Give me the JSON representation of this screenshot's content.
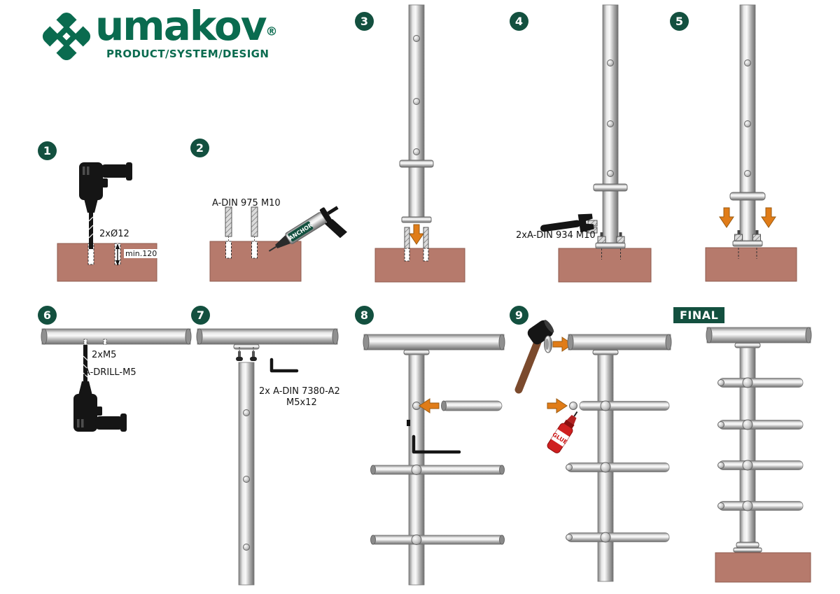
{
  "brand": {
    "logo_text": "umakov",
    "registered": "®",
    "tagline": "PRODUCT/SYSTEM/DESIGN"
  },
  "badges": {
    "b1": "1",
    "b2": "2",
    "b3": "3",
    "b4": "4",
    "b5": "5",
    "b6": "6",
    "b7": "7",
    "b8": "8",
    "b9": "9",
    "final": "FINAL"
  },
  "labels": {
    "step1_qty": "2xØ12",
    "step1_depth": "min.120",
    "step2_rod": "A-DIN 975 M10",
    "step2_anchor": "ANCHOR",
    "step4_nut": "2xA-DIN 934 M10",
    "step6_qty": "2xM5",
    "step6_drill": "A-DRILL-M5",
    "step7_screw_line1": "2x A-DIN 7380-A2",
    "step7_screw_line2": "M5x12",
    "step9_glue": "GLUE"
  },
  "colors": {
    "brand_green": "#0a6b4f",
    "badge_green": "#13503f",
    "arrow_orange": "#e07c18",
    "concrete": "#b67a6c",
    "glue_red": "#cf1f1f",
    "metal_light": "#fafafa",
    "metal_dark": "#6e6e6e"
  }
}
